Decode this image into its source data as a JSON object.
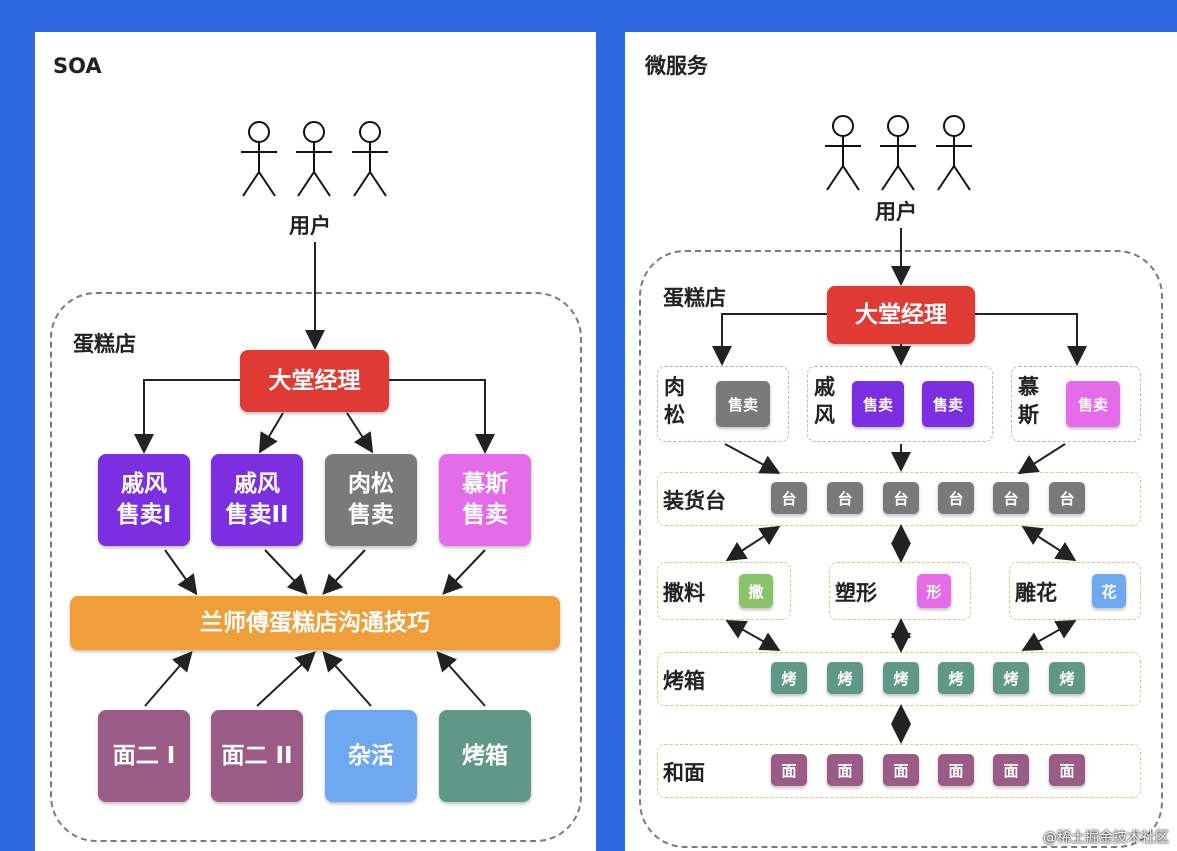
{
  "soa": {
    "title": "SOA",
    "users_label": "用户",
    "store_label": "蛋糕店",
    "manager": "大堂经理",
    "sales": [
      {
        "line1": "戚风",
        "line2": "售卖I",
        "color": "#7b2fe0"
      },
      {
        "line1": "戚风",
        "line2": "售卖II",
        "color": "#7b2fe0"
      },
      {
        "line1": "肉松",
        "line2": "售卖",
        "color": "#7a7a7a"
      },
      {
        "line1": "慕斯",
        "line2": "售卖",
        "color": "#e56ce8"
      }
    ],
    "bus": "兰师傅蛋糕店沟通技巧",
    "workers": [
      {
        "label": "面二 I",
        "color": "#9a5c86"
      },
      {
        "label": "面二 II",
        "color": "#9a5c86"
      },
      {
        "label": "杂活",
        "color": "#6ea8f0"
      },
      {
        "label": "烤箱",
        "color": "#5f9887"
      }
    ]
  },
  "ms": {
    "title": "微服务",
    "users_label": "用户",
    "store_label": "蛋糕店",
    "manager": "大堂经理",
    "groups": [
      {
        "name1": "肉",
        "name2": "松",
        "chips": [
          "售卖"
        ],
        "chip_color": "#7a7a7a"
      },
      {
        "name1": "戚",
        "name2": "风",
        "chips": [
          "售卖",
          "售卖"
        ],
        "chip_color": "#7b2fe0"
      },
      {
        "name1": "慕",
        "name2": "斯",
        "chips": [
          "售卖"
        ],
        "chip_color": "#e56ce8"
      }
    ],
    "loading_label": "装货台",
    "loading_chip": "台",
    "loading_count": 6,
    "loading_color": "#7a7a7a",
    "stations": [
      {
        "label": "撒料",
        "chip": "撒",
        "color": "#8bc36b"
      },
      {
        "label": "塑形",
        "chip": "形",
        "color": "#e56ce8"
      },
      {
        "label": "雕花",
        "chip": "花",
        "color": "#6ea8f0"
      }
    ],
    "oven_label": "烤箱",
    "oven_chip": "烤",
    "oven_count": 6,
    "oven_color": "#5f9887",
    "dough_label": "和面",
    "dough_chip": "面",
    "dough_count": 6,
    "dough_color": "#9a5c86"
  },
  "watermark": "@稀土掘金技术社区"
}
